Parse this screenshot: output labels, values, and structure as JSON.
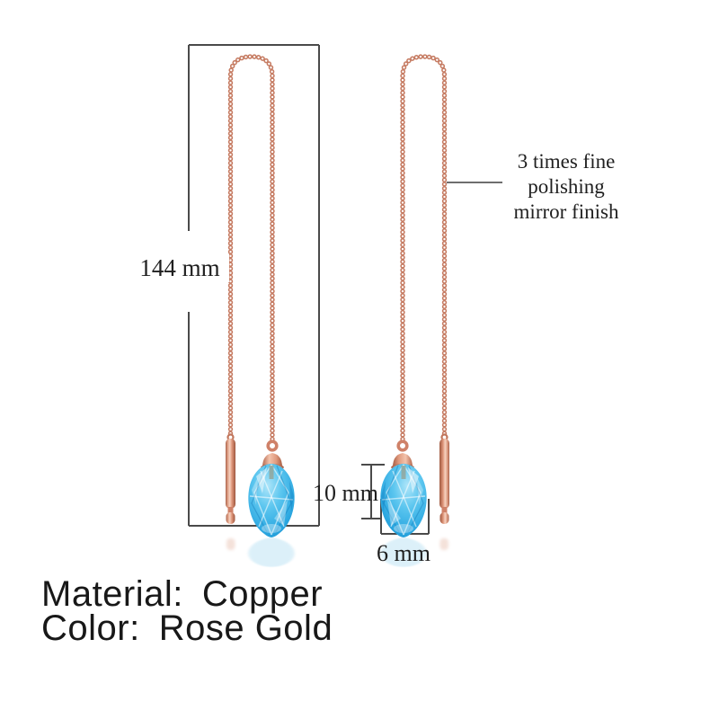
{
  "annotations": {
    "length_label": "144 mm",
    "height_label": "10 mm",
    "width_label": "6 mm",
    "polish_note_line1": "3 times fine polishing",
    "polish_note_line2": "mirror finish"
  },
  "specs": {
    "material_label": "Material:",
    "material_value": "Copper",
    "color_label": "Color:",
    "color_value": "Rose Gold"
  },
  "colors": {
    "rose_gold": "#c67c63",
    "rose_gold_light": "#f6cdbb",
    "rose_gold_dark": "#a8614b",
    "crystal_blue": "#41b7e9",
    "crystal_blue_light": "#aee5f9",
    "crystal_blue_dark": "#1590cf",
    "dimension_line": "#4a4a4a",
    "text_dark": "#1f1f1f",
    "background": "#ffffff"
  }
}
